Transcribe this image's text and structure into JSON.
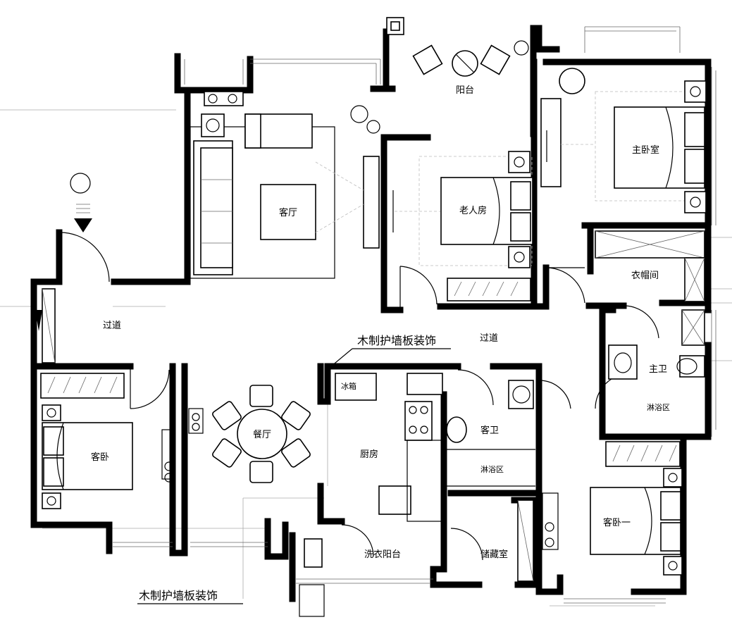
{
  "rooms": {
    "balcony": "阳台",
    "living_room": "客厅",
    "elder_room": "老人房",
    "master_bedroom": "主卧室",
    "cloakroom": "衣帽间",
    "corridor_left": "过道",
    "corridor_center": "过道",
    "master_bath": "主卫",
    "master_shower": "淋浴区",
    "guest_bedroom": "客卧",
    "dining_room": "餐厅",
    "kitchen": "厨房",
    "fridge": "冰箱",
    "guest_bath": "客卫",
    "guest_shower": "淋浴区",
    "laundry_balcony": "洗衣阳台",
    "storage_room": "储藏室",
    "guest_bedroom_one": "客卧一"
  },
  "annotations": {
    "wall_panel_top": "木制护墙板装饰",
    "wall_panel_bottom": "木制护墙板装饰"
  }
}
